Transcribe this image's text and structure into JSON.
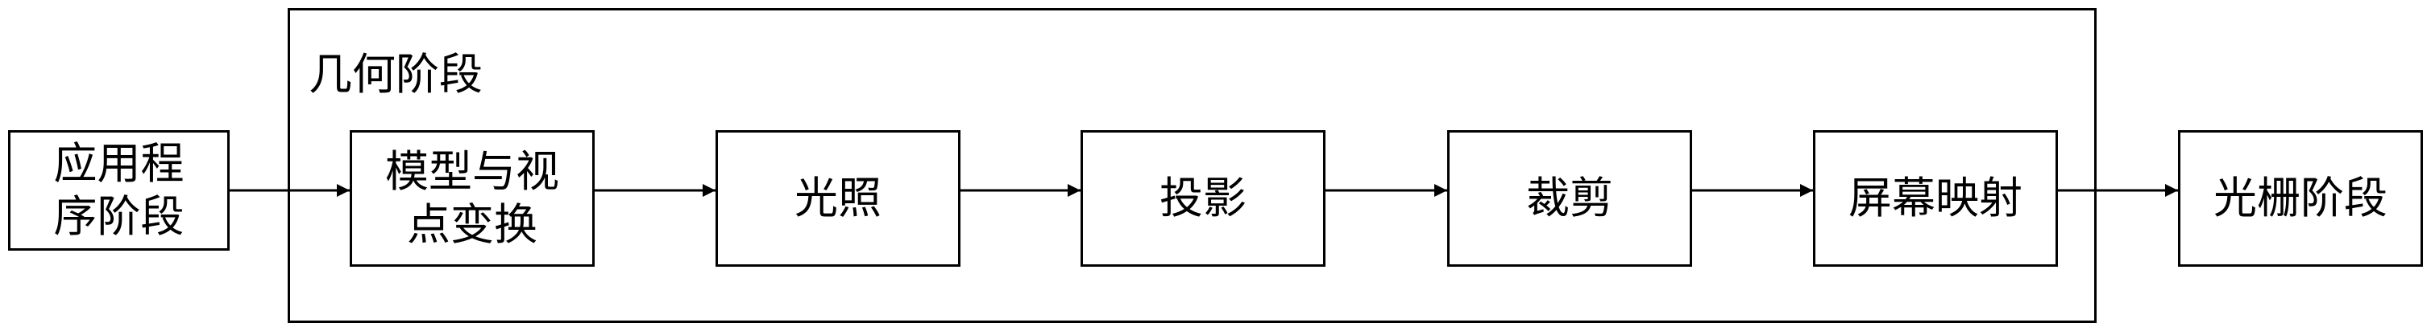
{
  "diagram": {
    "group_title": "几何阶段",
    "nodes": [
      {
        "id": "app",
        "label": "应用程\n序阶段"
      },
      {
        "id": "model",
        "label": "模型与视\n点变换"
      },
      {
        "id": "light",
        "label": "光照"
      },
      {
        "id": "proj",
        "label": "投影"
      },
      {
        "id": "clip",
        "label": "裁剪"
      },
      {
        "id": "screen",
        "label": "屏幕映射"
      },
      {
        "id": "raster",
        "label": "光栅阶段"
      }
    ],
    "edges": [
      {
        "from": "app",
        "to": "model"
      },
      {
        "from": "model",
        "to": "light"
      },
      {
        "from": "light",
        "to": "proj"
      },
      {
        "from": "proj",
        "to": "clip"
      },
      {
        "from": "clip",
        "to": "screen"
      },
      {
        "from": "screen",
        "to": "raster"
      }
    ],
    "colors": {
      "stroke": "#000000",
      "fill": "#ffffff",
      "text": "#000000"
    }
  }
}
